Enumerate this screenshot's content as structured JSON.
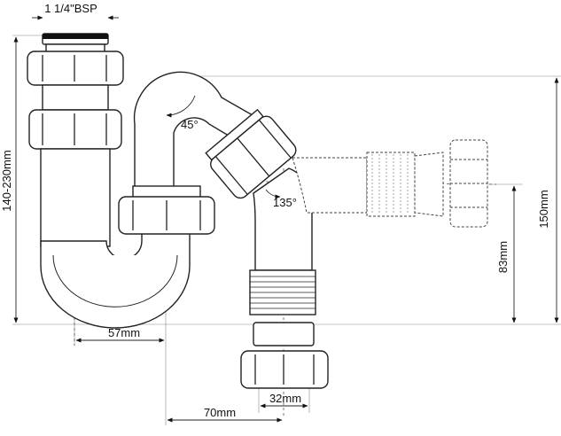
{
  "labels": {
    "thread_size": "1 1/4\"BSP",
    "angle_upper": "45°",
    "angle_lower": "135°",
    "height_range": "140-230mm",
    "height_total": "150mm",
    "height_outlet": "83mm",
    "width_57": "57mm",
    "width_70": "70mm",
    "width_32": "32mm"
  }
}
